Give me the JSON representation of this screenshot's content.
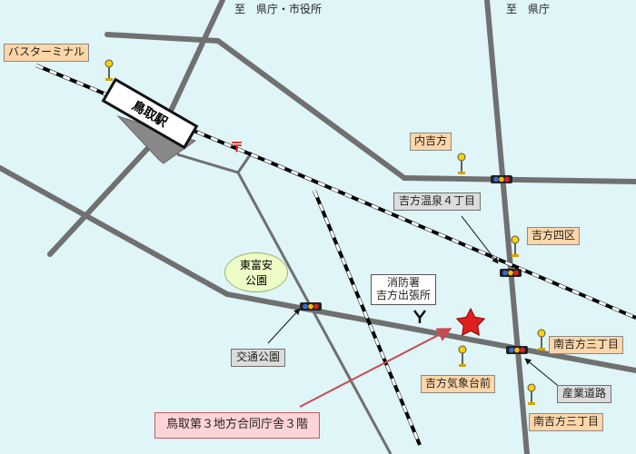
{
  "labels": {
    "to_pref_office_city_hall": "至　県庁・市役所",
    "to_pref_office": "至　県庁",
    "bus_terminal": "バスターミナル",
    "tottori_station": "鳥取駅",
    "uchiyoshikata": "内吉方",
    "yoshikata_onsen_4": "吉方温泉４丁目",
    "yoshikata_4ku": "吉方四区",
    "higashi_tomiyasu_park": "東富安\n公園",
    "fire_station": "消防署\n吉方出張所",
    "koutsu_park": "交通公園",
    "minami_yoshikata_3_upper": "南吉方三丁目",
    "yoshikata_weather_station": "吉方気象台前",
    "sangyo_road": "産業道路",
    "minami_yoshikata_3_lower": "南吉方三丁目",
    "destination": "鳥取第３地方合同庁舎３階"
  },
  "colors": {
    "background": "#dff5f8",
    "road": "#707070",
    "railway_dash": "#000000",
    "destination_star": "#e0201c",
    "pointer_arrow": "#c94a50",
    "label_orange": "#ffd6a8",
    "label_gray": "#dcdcdc",
    "label_pink": "#ffd4d6",
    "park_fill": "#eefcc6"
  },
  "icons": [
    "post-office-icon",
    "bus-stop-icon",
    "traffic-signal-icon",
    "fire-station-icon",
    "destination-star-icon"
  ]
}
